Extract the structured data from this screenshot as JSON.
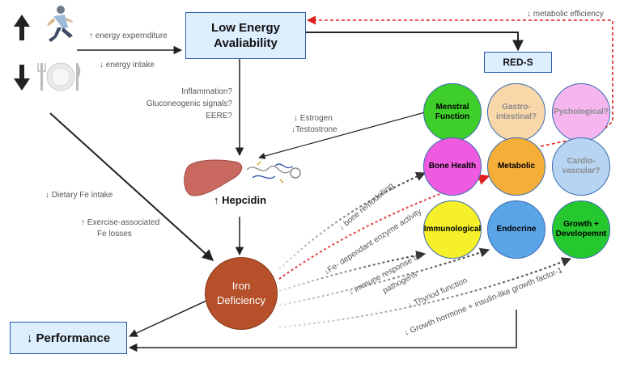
{
  "nodes": {
    "low_energy": "Low Energy\nAvaliability",
    "reds": "RED-S",
    "hepcidin": "↑ Hepcidin",
    "iron_def": "Iron\nDeficiency",
    "performance": "↓ Performance"
  },
  "labels": {
    "energy_expenditure": "↑ energy expernditure",
    "energy_intake": "↓ energy intake",
    "metabolic_eff": "↓ metabolic efficiency",
    "inflam1": "Inflammation?",
    "inflam2": "Gluconeogenic signals?",
    "inflam3": "EERE?",
    "estrogen": "↓ Estrogen",
    "testosterone": "↓Testostrone",
    "dietary_fe": "↓ Dietary Fe intake",
    "exercise1": "↑ Exercise-associated",
    "exercise2": "Fe losses",
    "bone": "↓ bone remodelling",
    "fe_enzyme": "↓Fe- dependant enzyme activity",
    "immune1": "↓ immune response to",
    "immune2": "pathogens",
    "thyroid": "↓ Thyriod function",
    "growth": "↓ Growth hormone + insulin-like growth factor-1"
  },
  "circles": [
    {
      "key": "menstral",
      "label": "Menstral\nFunction",
      "color": "#3ecf2a",
      "faded": false
    },
    {
      "key": "gastro",
      "label": "Gastro-\nintestinal?",
      "color": "#f8d7a8",
      "faded": true
    },
    {
      "key": "psych",
      "label": "Pychological?",
      "color": "#f5b6f0",
      "faded": true
    },
    {
      "key": "bone_health",
      "label": "Bone Health",
      "color": "#ee5be0",
      "faded": false
    },
    {
      "key": "metabolic",
      "label": "Metabolic",
      "color": "#f5ae38",
      "faded": false
    },
    {
      "key": "cardio",
      "label": "Cardio-\nvascular?",
      "color": "#b7d4f2",
      "faded": true
    },
    {
      "key": "immuno",
      "label": "Immunological",
      "color": "#f5f02a",
      "faded": false
    },
    {
      "key": "endocrine",
      "label": "Endocrine",
      "color": "#5aa5e8",
      "faded": false
    },
    {
      "key": "growth_dev",
      "label": "Growth +\nDevelopemnt",
      "color": "#25c82e",
      "faded": false
    }
  ],
  "colors": {
    "box_fill": "#ddeeff",
    "box_border": "#2a5ca8",
    "iron_fill": "#b5502a",
    "red_dashed": "#e02020",
    "arrow": "#222222"
  },
  "icons": [
    "runner-icon",
    "plate-icon",
    "liver-icon",
    "hepcidin-protein-icon",
    "up-arrow-icon",
    "down-arrow-icon"
  ]
}
